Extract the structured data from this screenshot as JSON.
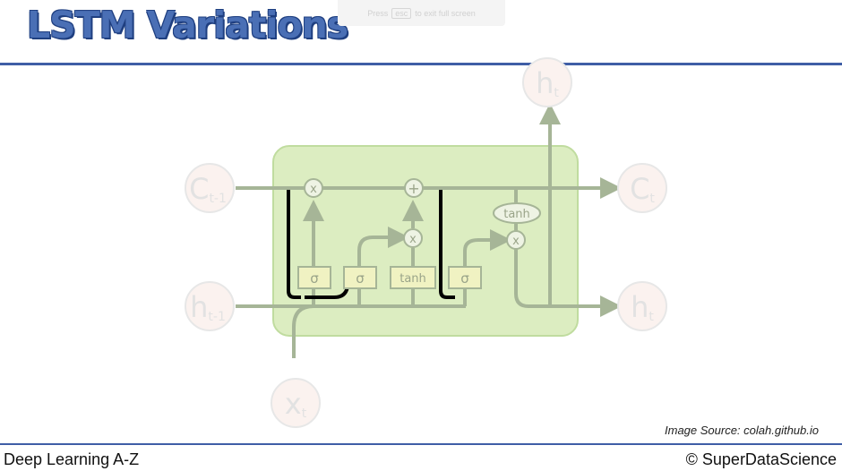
{
  "slide": {
    "title": "LSTM Variations",
    "fullscreen_hint": {
      "before": "Press",
      "key": "esc",
      "after": "to exit full screen"
    },
    "image_source": "Image Source: colah.github.io",
    "footer_left": "Deep Learning A-Z",
    "footer_right": "© SuperDataScience"
  },
  "diagram": {
    "nodes": {
      "c_prev": {
        "main": "C",
        "sub": "t-1"
      },
      "h_prev": {
        "main": "h",
        "sub": "t-1"
      },
      "x_t": {
        "main": "x",
        "sub": "t"
      },
      "h_top": {
        "main": "h",
        "sub": "t"
      },
      "c_t": {
        "main": "C",
        "sub": "t"
      },
      "h_out": {
        "main": "h",
        "sub": "t"
      }
    },
    "gates": [
      "σ",
      "σ",
      "tanh",
      "σ"
    ],
    "ops": {
      "mult": "x",
      "add": "+",
      "tanh": "tanh"
    }
  },
  "colors": {
    "title": "#4a6fb5",
    "rule": "#3f5ea6",
    "cell": "#dcedc1",
    "line": "#a6b597",
    "peephole": "#000000",
    "node_fill": "#fbf2ef"
  }
}
